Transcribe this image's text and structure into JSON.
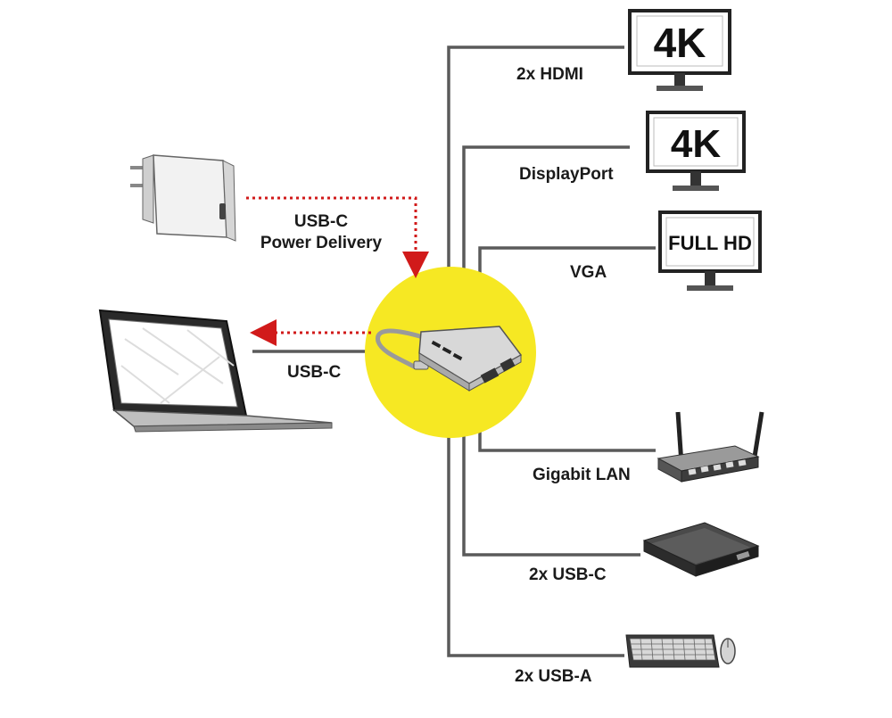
{
  "power": {
    "label_line1": "USB-C",
    "label_line2": "Power Delivery"
  },
  "laptop": {
    "label": "USB-C"
  },
  "outputs": [
    {
      "label": "2x HDMI",
      "screen_text": "4K"
    },
    {
      "label": "DisplayPort",
      "screen_text": "4K"
    },
    {
      "label": "VGA",
      "screen_text": "FULL HD"
    },
    {
      "label": "Gigabit LAN"
    },
    {
      "label": "2x USB-C"
    },
    {
      "label": "2x USB-A"
    }
  ],
  "colors": {
    "hub_circle": "#f6e823",
    "arrow": "#d11a1a",
    "line": "#5a5a5a"
  }
}
